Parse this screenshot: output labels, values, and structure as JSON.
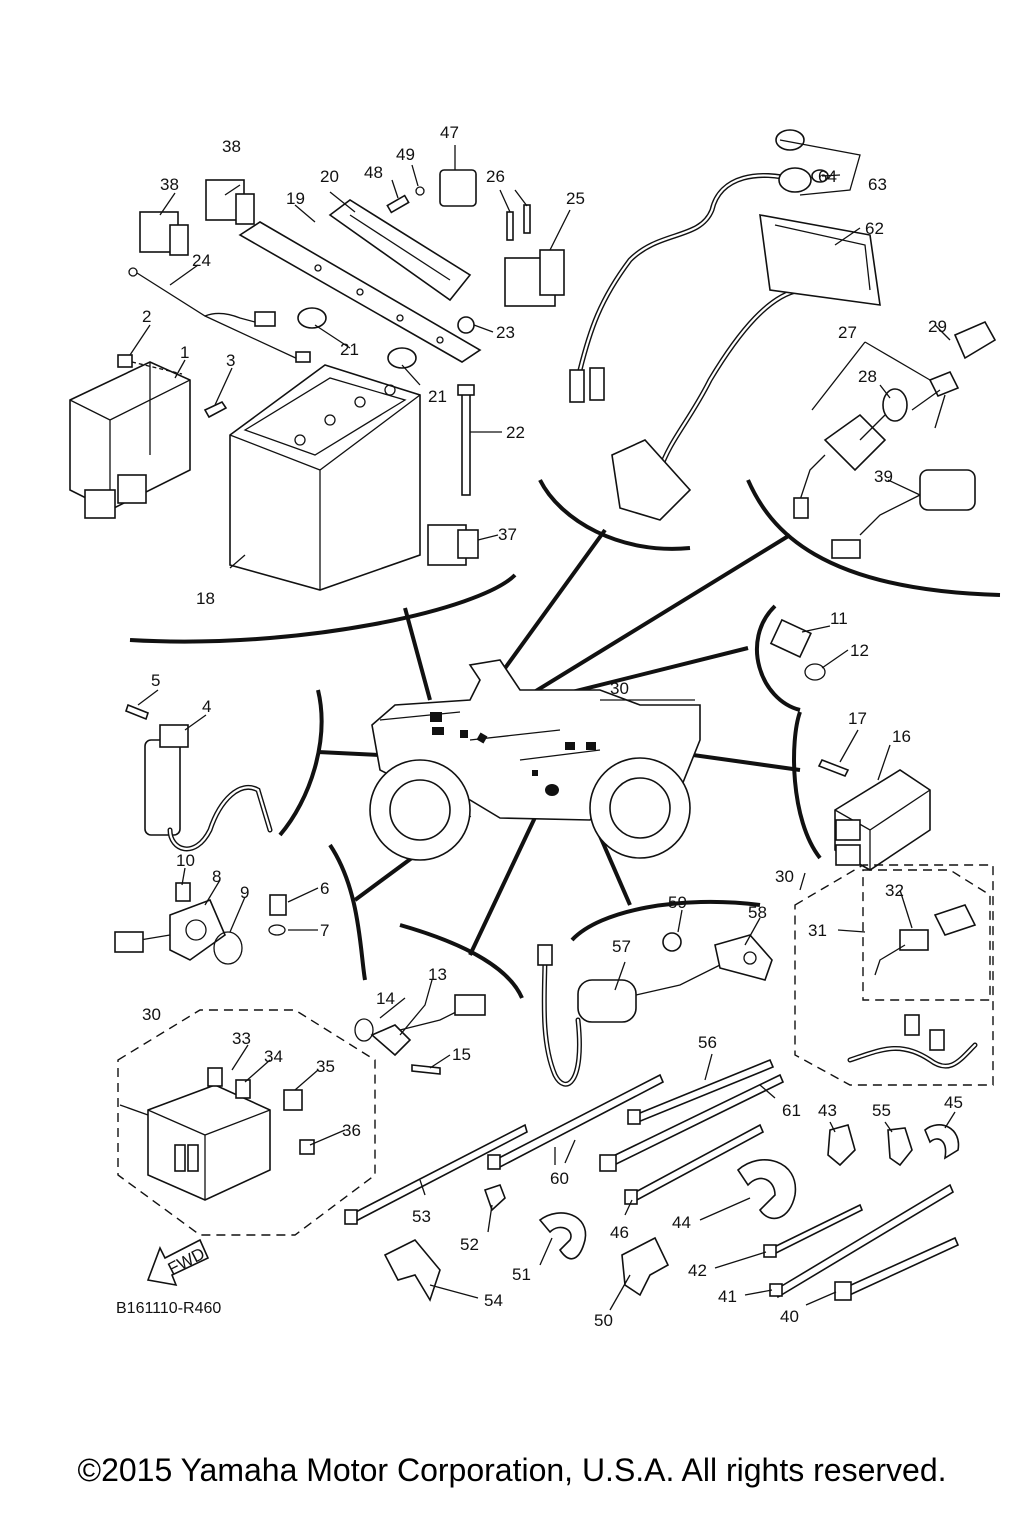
{
  "diagram": {
    "drawing_code": "B161110-R460",
    "fwd_label": "FWD",
    "copyright": "©2015 Yamaha Motor Corporation, U.S.A. All rights reserved.",
    "callouts": {
      "c1": "1",
      "c2": "2",
      "c3": "3",
      "c4": "4",
      "c5": "5",
      "c6": "6",
      "c7": "7",
      "c8": "8",
      "c9": "9",
      "c10": "10",
      "c11": "11",
      "c12": "12",
      "c13": "13",
      "c14": "14",
      "c15": "15",
      "c16": "16",
      "c17": "17",
      "c18": "18",
      "c19": "19",
      "c20": "20",
      "c21a": "21",
      "c21b": "21",
      "c22": "22",
      "c23": "23",
      "c24": "24",
      "c25": "25",
      "c26": "26",
      "c27": "27",
      "c28": "28",
      "c29": "29",
      "c30a": "30",
      "c30b": "30",
      "c30c": "30",
      "c31": "31",
      "c32": "32",
      "c33": "33",
      "c34": "34",
      "c35": "35",
      "c36": "36",
      "c37": "37",
      "c38a": "38",
      "c38b": "38",
      "c39": "39",
      "c40": "40",
      "c41": "41",
      "c42": "42",
      "c43": "43",
      "c44": "44",
      "c45": "45",
      "c46": "46",
      "c47": "47",
      "c48": "48",
      "c49": "49",
      "c50": "50",
      "c51": "51",
      "c52": "52",
      "c53": "53",
      "c54": "54",
      "c55": "55",
      "c56": "56",
      "c57": "57",
      "c58": "58",
      "c59": "59",
      "c60": "60",
      "c61": "61",
      "c62": "62",
      "c63": "63",
      "c64": "64"
    }
  }
}
